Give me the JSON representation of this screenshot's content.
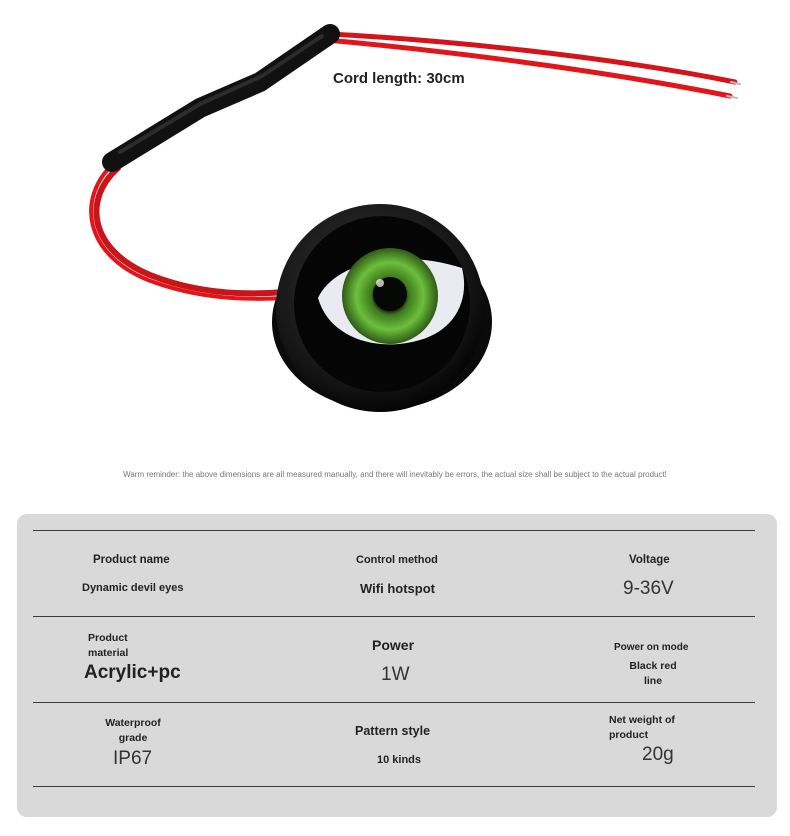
{
  "cord_label": "Cord length: 30cm",
  "reminder": "Warm reminder: the above dimensions are all measured manually, and there will inevitably be errors, the actual size shall be subject to the actual product!",
  "specs": {
    "product_name_label": "Product name",
    "product_name_value": "Dynamic devil eyes",
    "control_method_label": "Control method",
    "control_method_value": "Wifi hotspot",
    "voltage_label": "Voltage",
    "voltage_value": "9-36V",
    "material_label_line1": "Product",
    "material_label_line2": "material",
    "material_value": "Acrylic+pc",
    "power_label": "Power",
    "power_value": "1W",
    "power_on_label": "Power on mode",
    "power_on_value_line1": "Black red",
    "power_on_value_line2": "line",
    "waterproof_label_line1": "Waterproof",
    "waterproof_label_line2": "grade",
    "waterproof_value": "IP67",
    "pattern_label": "Pattern style",
    "pattern_value": "10 kinds",
    "weight_label_line1": "Net weight of",
    "weight_label_line2": "product",
    "weight_value": "20g"
  },
  "colors": {
    "wire_red": "#e0161b",
    "iris_green": "#4a9a2a",
    "panel_bg": "#d9d9d9"
  }
}
